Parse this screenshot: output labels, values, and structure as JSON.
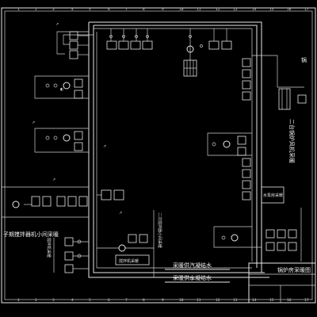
{
  "drawing": {
    "title_block": {
      "title": "锅炉房采暖图"
    },
    "labels": {
      "left_mid": "子期搅拌器机小间采暖",
      "left_bottom": "搅拌机采暖",
      "center_bottom": "二次搅拌器小间采暖",
      "bottom_box": "搅拌机采暖",
      "steam_return": "采暖供汽凝结水",
      "water_return": "采暖供水凝结水",
      "right_vertical": "二台锅炉风机采暖",
      "right_small": "水泵房采暖",
      "right_top": "锅"
    },
    "grid_numbers_top": [
      "1",
      "2",
      "3",
      "4",
      "5",
      "6",
      "7",
      "8",
      "9",
      "10",
      "11",
      "12",
      "13",
      "14",
      "15",
      "16",
      "17"
    ],
    "grid_numbers_bottom": [
      "1",
      "2",
      "3",
      "4",
      "5",
      "6",
      "7",
      "8",
      "9",
      "10",
      "11",
      "12",
      "13",
      "14",
      "15",
      "16",
      "17"
    ]
  }
}
